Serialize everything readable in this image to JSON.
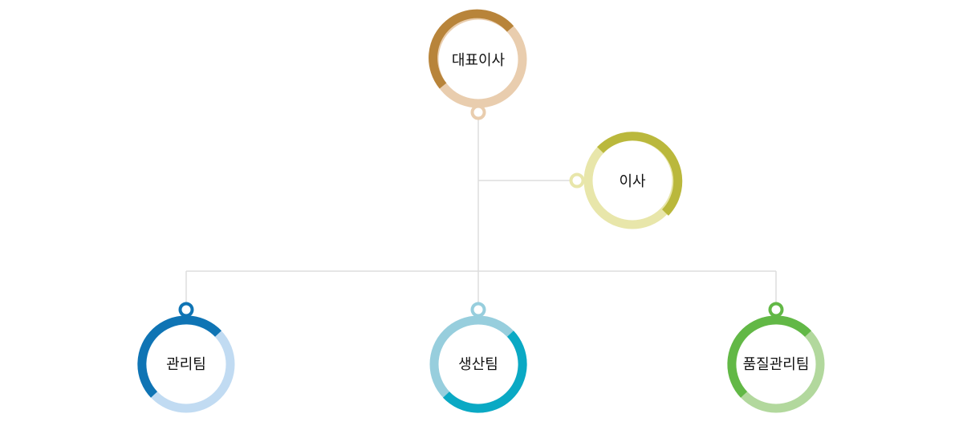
{
  "nodes": [
    {
      "id": "ceo",
      "label": "대표이사",
      "color_dark": "#B8843A",
      "color_light": "#E9CDAE"
    },
    {
      "id": "director",
      "label": "이사",
      "color_dark": "#BAB83C",
      "color_light": "#E8E6AA"
    },
    {
      "id": "admin",
      "label": "관리팀",
      "color_dark": "#0F74B4",
      "color_light": "#C1DBF2"
    },
    {
      "id": "prod",
      "label": "생산팀",
      "color_dark": "#0AA9C4",
      "color_light": "#97CEDD"
    },
    {
      "id": "qa",
      "label": "품질관리팀",
      "color_dark": "#62B846",
      "color_light": "#B2D89D"
    }
  ],
  "connector_color": "#DDDDDD"
}
